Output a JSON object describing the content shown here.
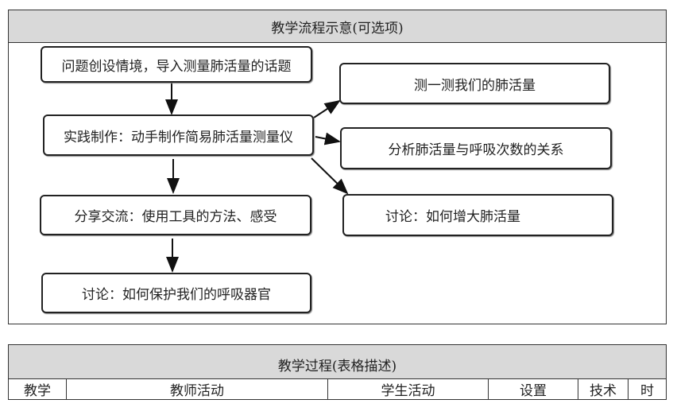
{
  "flow_section": {
    "title": "教学流程示意(可选项)",
    "nodes": {
      "intro": "问题创设情境，导入测量肺活量的话题",
      "make": "实践制作：动手制作简易肺活量测量仪",
      "share": "分享交流：使用工具的方法、感受",
      "protect": "讨论：如何保护我们的呼吸器官",
      "measure": "测一测我们的肺活量",
      "analyze": "分析肺活量与呼吸次数的关系",
      "increase": "讨论：如何增大肺活量"
    }
  },
  "process_section": {
    "title": "教学过程(表格描述)",
    "columns": [
      "教学",
      "教师活动",
      "学生活动",
      "设置",
      "技术",
      "时"
    ]
  }
}
